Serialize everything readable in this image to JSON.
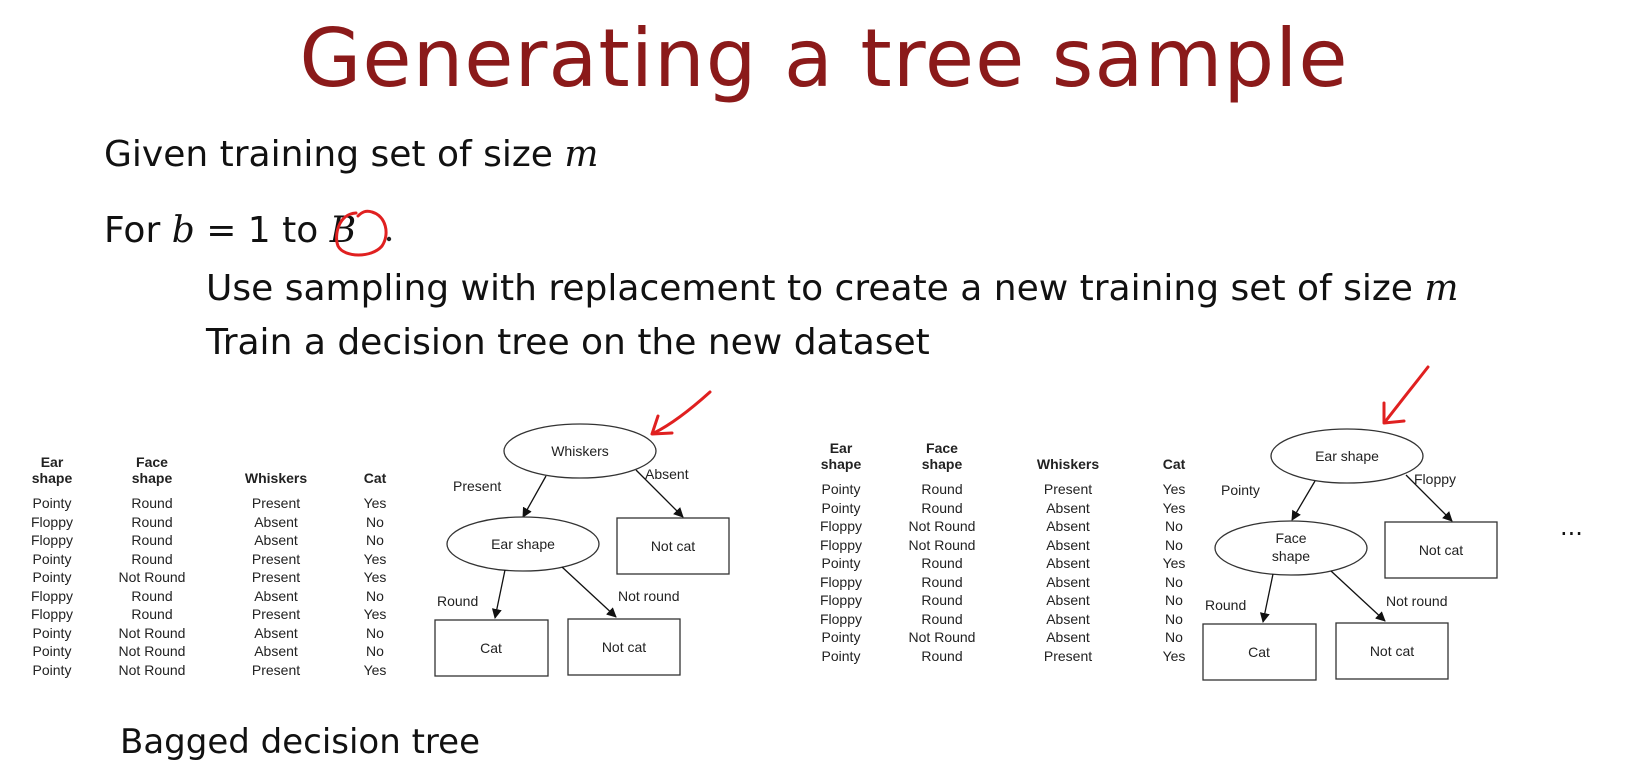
{
  "title": "Generating a tree sample",
  "lines": {
    "given_prefix": "Given training set of size ",
    "given_var": "m",
    "for_prefix": "For ",
    "for_var": "b",
    "for_mid": " = 1 to ",
    "for_end_var": "B",
    "step1_prefix": "Use sampling with replacement to create a new training set of size ",
    "step1_var": "m",
    "step2": "Train a decision tree on the new dataset"
  },
  "table1": {
    "headers": [
      "Ear shape",
      "Face shape",
      "Whiskers",
      "Cat"
    ],
    "rows": [
      [
        "Pointy",
        "Round",
        "Present",
        "Yes"
      ],
      [
        "Floppy",
        "Round",
        "Absent",
        "No"
      ],
      [
        "Floppy",
        "Round",
        "Absent",
        "No"
      ],
      [
        "Pointy",
        "Round",
        "Present",
        "Yes"
      ],
      [
        "Pointy",
        "Not Round",
        "Present",
        "Yes"
      ],
      [
        "Floppy",
        "Round",
        "Absent",
        "No"
      ],
      [
        "Floppy",
        "Round",
        "Present",
        "Yes"
      ],
      [
        "Pointy",
        "Not Round",
        "Absent",
        "No"
      ],
      [
        "Pointy",
        "Not Round",
        "Absent",
        "No"
      ],
      [
        "Pointy",
        "Not Round",
        "Present",
        "Yes"
      ]
    ]
  },
  "table2": {
    "headers": [
      "Ear shape",
      "Face shape",
      "Whiskers",
      "Cat"
    ],
    "rows": [
      [
        "Pointy",
        "Round",
        "Present",
        "Yes"
      ],
      [
        "Pointy",
        "Round",
        "Absent",
        "Yes"
      ],
      [
        "Floppy",
        "Not Round",
        "Absent",
        "No"
      ],
      [
        "Floppy",
        "Not Round",
        "Absent",
        "No"
      ],
      [
        "Pointy",
        "Round",
        "Absent",
        "Yes"
      ],
      [
        "Floppy",
        "Round",
        "Absent",
        "No"
      ],
      [
        "Floppy",
        "Round",
        "Absent",
        "No"
      ],
      [
        "Floppy",
        "Round",
        "Absent",
        "No"
      ],
      [
        "Pointy",
        "Not Round",
        "Absent",
        "No"
      ],
      [
        "Pointy",
        "Round",
        "Present",
        "Yes"
      ]
    ]
  },
  "tree1": {
    "root": "Whiskers",
    "left_edge": "Present",
    "right_edge": "Absent",
    "left_node": "Ear shape",
    "right_leaf": "Not cat",
    "ll_edge": "Round",
    "lr_edge": "Not round",
    "ll_leaf": "Cat",
    "lr_leaf": "Not cat"
  },
  "tree2": {
    "root": "Ear shape",
    "left_edge": "Pointy",
    "right_edge": "Floppy",
    "left_node_1": "Face",
    "left_node_2": "shape",
    "right_leaf": "Not cat",
    "ll_edge": "Round",
    "lr_edge": "Not round",
    "ll_leaf": "Cat",
    "lr_leaf": "Not cat"
  },
  "ellipsis": "···",
  "footer": "Bagged decision tree",
  "colors": {
    "title": "#8b1a1a",
    "annotation": "#e02020"
  }
}
